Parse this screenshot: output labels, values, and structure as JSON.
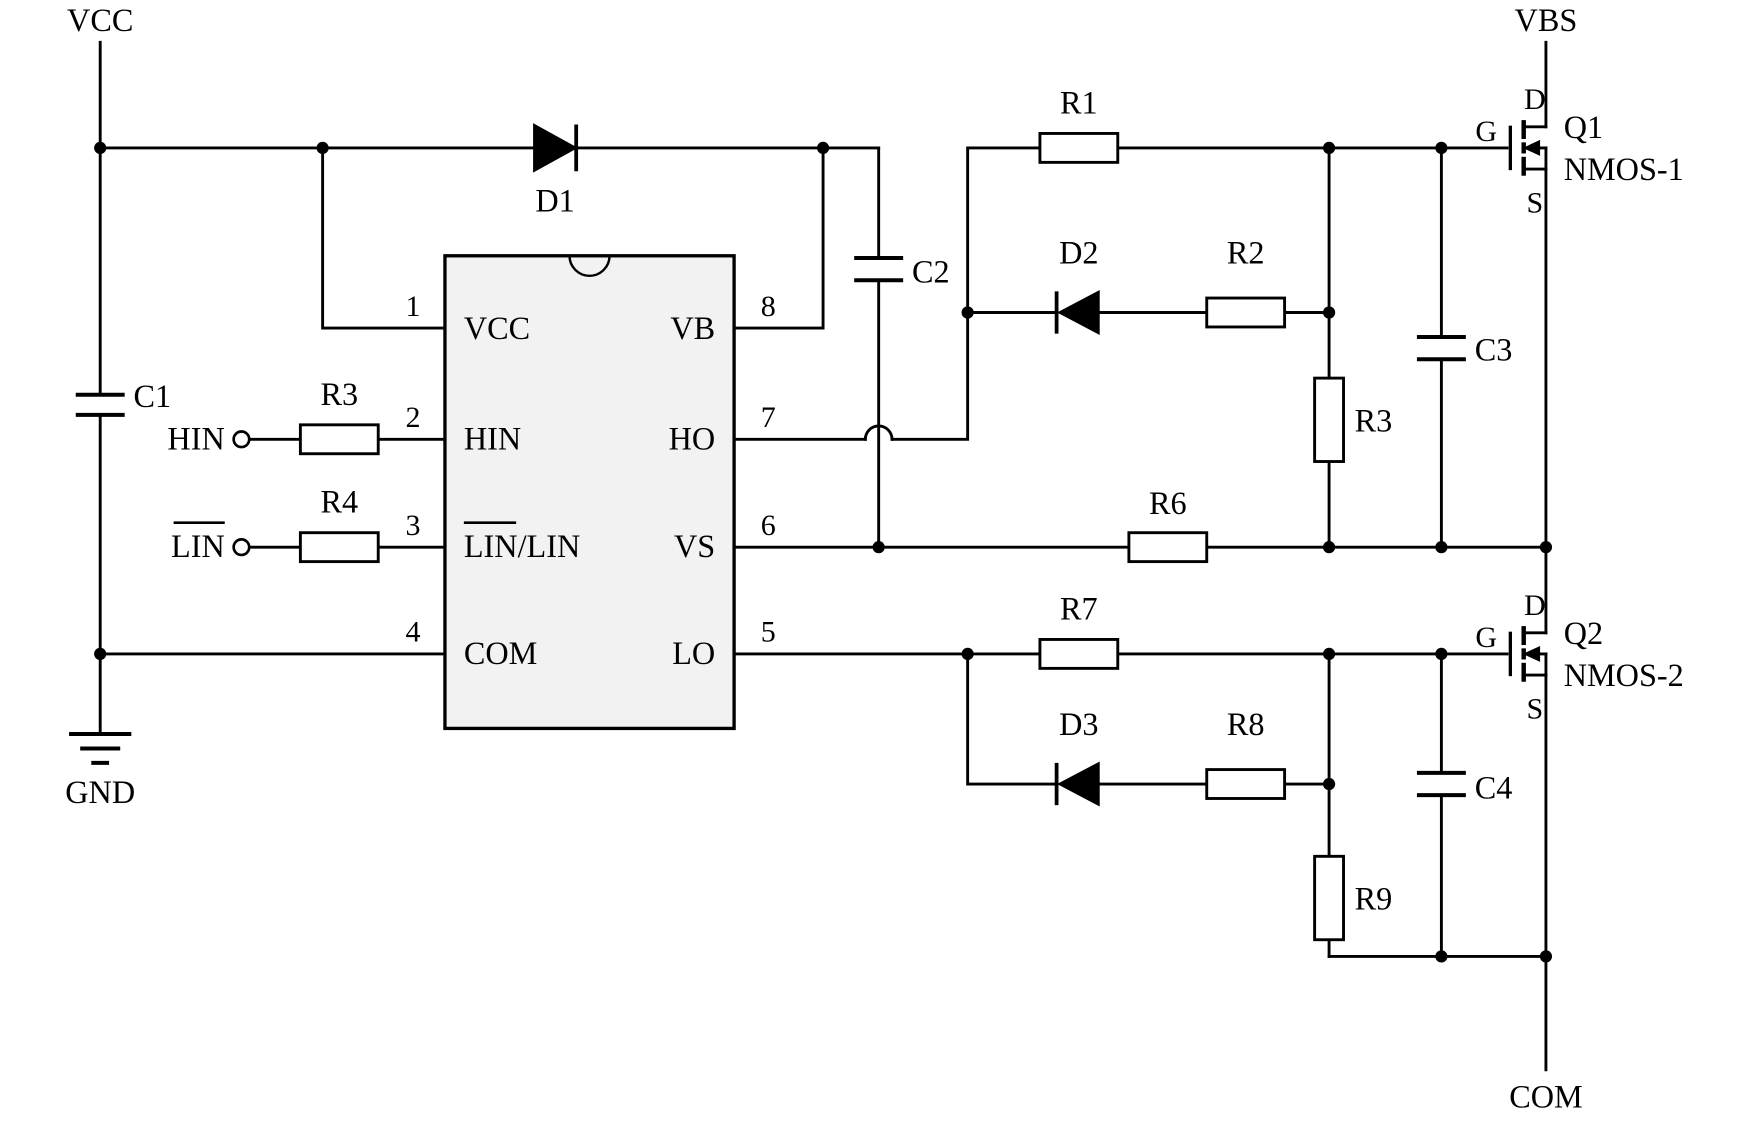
{
  "rails": {
    "vcc": "VCC",
    "gnd": "GND",
    "vbs": "VBS",
    "com": "COM"
  },
  "inputs": {
    "hin": "HIN",
    "lin": "LIN"
  },
  "ic": {
    "left_pins": [
      {
        "num": "1",
        "name": "VCC"
      },
      {
        "num": "2",
        "name": "HIN"
      },
      {
        "num": "3",
        "name_bar": "LIN",
        "name_rest": "/LIN"
      },
      {
        "num": "4",
        "name": "COM"
      }
    ],
    "right_pins": [
      {
        "num": "8",
        "name": "VB"
      },
      {
        "num": "7",
        "name": "HO"
      },
      {
        "num": "6",
        "name": "VS"
      },
      {
        "num": "5",
        "name": "LO"
      }
    ]
  },
  "components": {
    "c1": "C1",
    "c2": "C2",
    "c3": "C3",
    "c4": "C4",
    "d1": "D1",
    "d2": "D2",
    "d3": "D3",
    "r1": "R1",
    "r2": "R2",
    "r3_gate": "R3",
    "r6": "R6",
    "r7": "R7",
    "r8": "R8",
    "r9": "R9",
    "r3_in": "R3",
    "r4_in": "R4"
  },
  "mosfets": {
    "q1": {
      "ref": "Q1",
      "type": "NMOS-1",
      "d": "D",
      "g": "G",
      "s": "S"
    },
    "q2": {
      "ref": "Q2",
      "type": "NMOS-2",
      "d": "D",
      "g": "G",
      "s": "S"
    }
  }
}
